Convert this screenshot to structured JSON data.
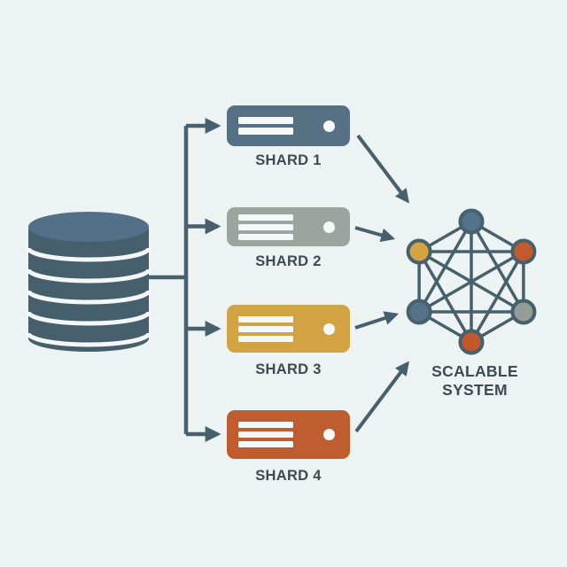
{
  "diagram_type": "database-sharding-architecture",
  "colors": {
    "background": "#edf2f3",
    "line": "#46606c",
    "text": "#3d4b54",
    "db_body": "#455f6d",
    "db_top": "#537089",
    "white": "#f4f8f8"
  },
  "database": {
    "name": "source-database",
    "disc_count": 6
  },
  "shards": [
    {
      "label": "SHARD 1",
      "color": "#567084",
      "bar_count": 2
    },
    {
      "label": "SHARD 2",
      "color": "#9ba49f",
      "bar_count": 3
    },
    {
      "label": "SHARD 3",
      "color": "#d2a342",
      "bar_count": 3
    },
    {
      "label": "SHARD 4",
      "color": "#c05d2e",
      "bar_count": 3
    }
  ],
  "network": {
    "label_line1": "SCALABLE",
    "label_line2": "SYSTEM",
    "topology": "fully-connected-6-nodes",
    "nodes": [
      {
        "id": "top",
        "color": "#54738a"
      },
      {
        "id": "upper-right",
        "color": "#c25a2b"
      },
      {
        "id": "lower-right",
        "color": "#949c98"
      },
      {
        "id": "bottom",
        "color": "#c2572b"
      },
      {
        "id": "lower-left",
        "color": "#54738a"
      },
      {
        "id": "upper-left",
        "color": "#d5a33f"
      }
    ]
  }
}
